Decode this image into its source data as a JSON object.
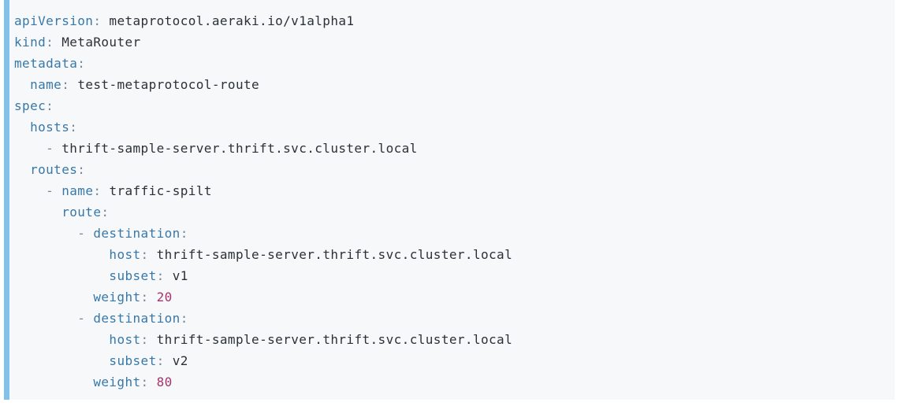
{
  "colors": {
    "page_bg": "#ffffff",
    "code_bg": "#f6f8fa",
    "accent_bar": "#82c1ec",
    "key_color": "#3878a8",
    "punct_color": "#74879c",
    "value_color": "#2b3137",
    "number_color": "#a8336e"
  },
  "code_block": {
    "lines": [
      {
        "indent": 0,
        "dash": false,
        "key": "apiVersion",
        "value": "metaprotocol.aeraki.io/v1alpha1",
        "value_type": "string"
      },
      {
        "indent": 0,
        "dash": false,
        "key": "kind",
        "value": "MetaRouter",
        "value_type": "string"
      },
      {
        "indent": 0,
        "dash": false,
        "key": "metadata",
        "value": "",
        "value_type": "string"
      },
      {
        "indent": 2,
        "dash": false,
        "key": "name",
        "value": "test-metaprotocol-route",
        "value_type": "string"
      },
      {
        "indent": 0,
        "dash": false,
        "key": "spec",
        "value": "",
        "value_type": "string"
      },
      {
        "indent": 2,
        "dash": false,
        "key": "hosts",
        "value": "",
        "value_type": "string"
      },
      {
        "indent": 4,
        "dash": true,
        "key": "",
        "value": "thrift-sample-server.thrift.svc.cluster.local",
        "value_type": "string"
      },
      {
        "indent": 2,
        "dash": false,
        "key": "routes",
        "value": "",
        "value_type": "string"
      },
      {
        "indent": 4,
        "dash": true,
        "key": "name",
        "value": "traffic-spilt",
        "value_type": "string"
      },
      {
        "indent": 6,
        "dash": false,
        "key": "route",
        "value": "",
        "value_type": "string"
      },
      {
        "indent": 8,
        "dash": true,
        "key": "destination",
        "value": "",
        "value_type": "string"
      },
      {
        "indent": 12,
        "dash": false,
        "key": "host",
        "value": "thrift-sample-server.thrift.svc.cluster.local",
        "value_type": "string"
      },
      {
        "indent": 12,
        "dash": false,
        "key": "subset",
        "value": "v1",
        "value_type": "string"
      },
      {
        "indent": 10,
        "dash": false,
        "key": "weight",
        "value": "20",
        "value_type": "number"
      },
      {
        "indent": 8,
        "dash": true,
        "key": "destination",
        "value": "",
        "value_type": "string"
      },
      {
        "indent": 12,
        "dash": false,
        "key": "host",
        "value": "thrift-sample-server.thrift.svc.cluster.local",
        "value_type": "string"
      },
      {
        "indent": 12,
        "dash": false,
        "key": "subset",
        "value": "v2",
        "value_type": "string"
      },
      {
        "indent": 10,
        "dash": false,
        "key": "weight",
        "value": "80",
        "value_type": "number"
      }
    ]
  }
}
